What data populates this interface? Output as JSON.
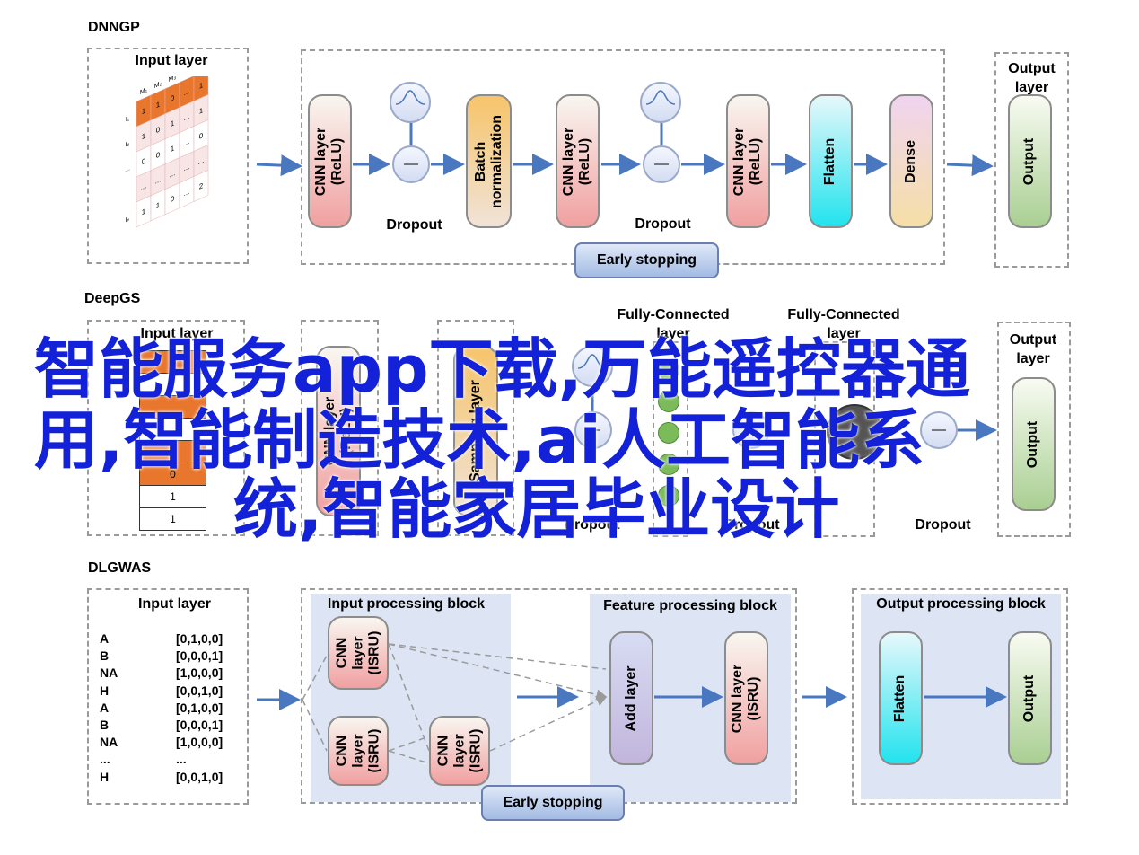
{
  "sections": {
    "dnngp": {
      "title": "DNNGP",
      "input_label": "Input layer",
      "matrix_cols": [
        "M₁",
        "M₂",
        "M₃",
        "...",
        "Mₙ"
      ],
      "matrix_rows": [
        "I₁",
        "I₂",
        "...",
        "Iₙ"
      ],
      "matrix_values": [
        [
          "1",
          "1",
          "0",
          "...",
          "1"
        ],
        [
          "1",
          "0",
          "1",
          "...",
          "1"
        ],
        [
          "0",
          "0",
          "1",
          "...",
          "0"
        ],
        [
          "...",
          "...",
          "...",
          "...",
          "..."
        ],
        [
          "1",
          "1",
          "0",
          "...",
          "2"
        ]
      ],
      "nodes": {
        "cnn1": "CNN layer\n(ReLU)",
        "batch": "Batch\nnormalization",
        "cnn2": "CNN layer\n(ReLU)",
        "cnn3": "CNN layer\n(ReLU)",
        "flatten": "Flatten",
        "dense": "Dense"
      },
      "dropout1": "Dropout",
      "dropout2": "Dropout",
      "early_stopping": "Early stopping",
      "output_label": "Output\nlayer",
      "output_node": "Output"
    },
    "deepgs": {
      "title": "DeepGS",
      "input_label": "Input layer",
      "input_values": [
        "1",
        "0",
        "1",
        "1"
      ],
      "cnn_node": "CNN layer\n(ReLU)",
      "sampling_node": "Sampling layer",
      "fc_label_1": "Fully-Connected\nlayer",
      "fc_label_2": "Fully-Connected\nlayer",
      "dropout1": "Dropout",
      "dropout2": "Dropout",
      "dropout3": "Dropout",
      "output_label": "Output\nlayer",
      "output_node": "Output"
    },
    "dlgwas": {
      "title": "DLGWAS",
      "input_label": "Input layer",
      "rows": [
        {
          "key": "A",
          "val": "[0,1,0,0]"
        },
        {
          "key": "B",
          "val": "[0,0,0,1]"
        },
        {
          "key": "NA",
          "val": "[1,0,0,0]"
        },
        {
          "key": "H",
          "val": "[0,0,1,0]"
        },
        {
          "key": "A",
          "val": "[0,1,0,0]"
        },
        {
          "key": "B",
          "val": "[0,0,0,1]"
        },
        {
          "key": "NA",
          "val": "[1,0,0,0]"
        },
        {
          "key": "...",
          "val": "..."
        },
        {
          "key": "H",
          "val": "[0,0,1,0]"
        }
      ],
      "input_block": "Input processing block",
      "feature_block": "Feature processing block",
      "output_block": "Output processing block",
      "cnn_isru": "CNN\nlayer\n(ISRU)",
      "add_layer": "Add layer",
      "cnn_layer_isru": "CNN layer\n(ISRU)",
      "flatten": "Flatten",
      "output_node": "Output",
      "early_stopping": "Early stopping"
    }
  },
  "overlay": {
    "line1": "智能服务app下载,万能遥控器通",
    "line2": "用,智能制造技术,ai人工智能系",
    "line3": "统,智能家居毕业设计"
  },
  "colors": {
    "arrow": "#4a78c0",
    "overlay_text": "#1322d9",
    "dashed_border": "#9a9a9a"
  }
}
